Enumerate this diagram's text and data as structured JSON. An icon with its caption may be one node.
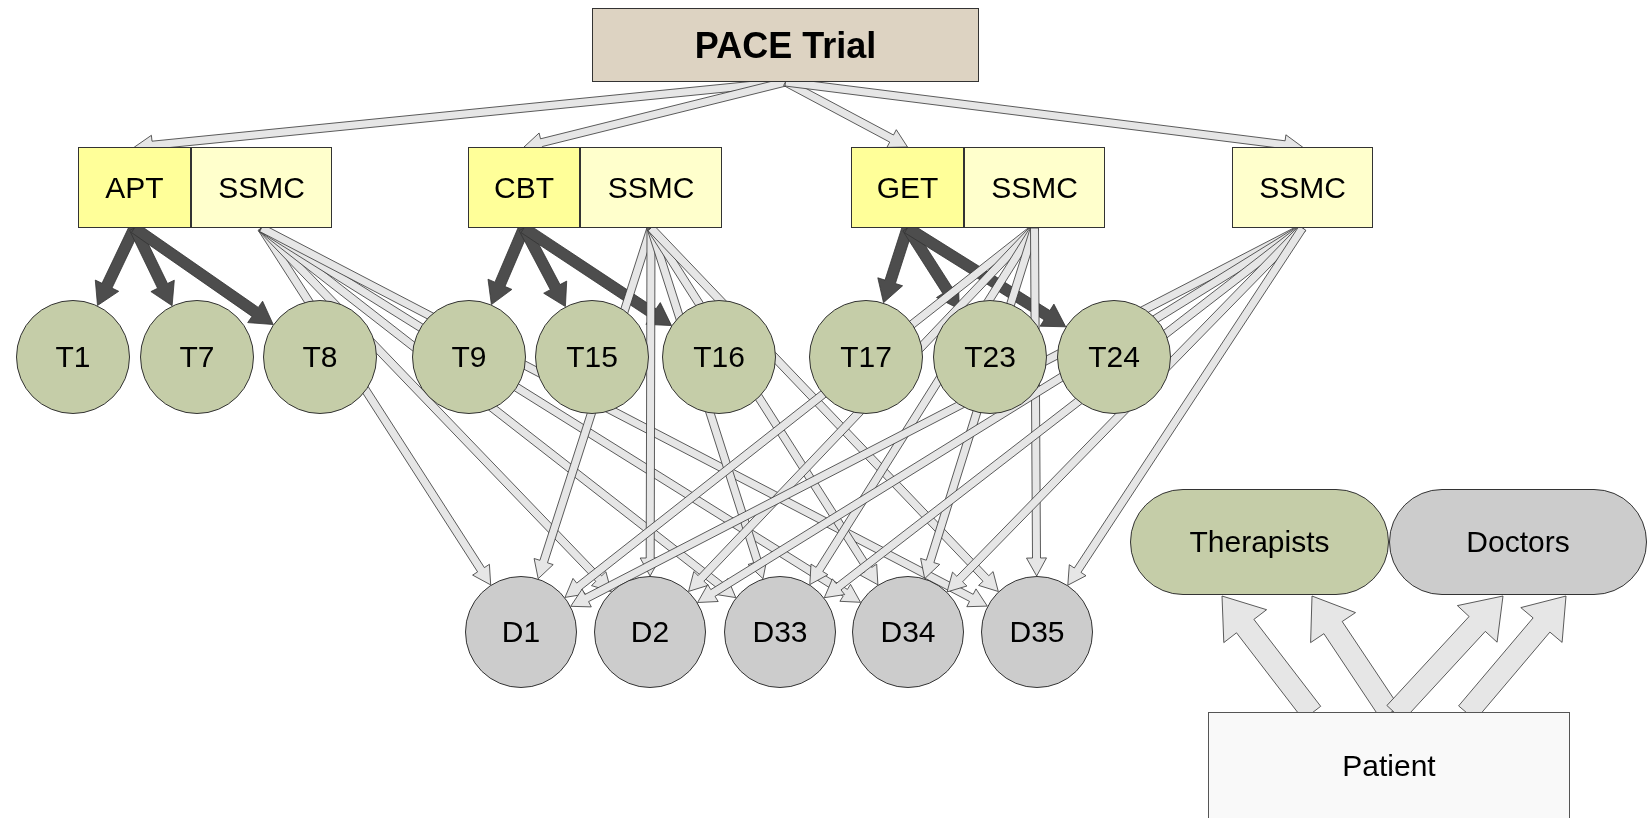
{
  "diagram": {
    "nodes": [
      {
        "text": [
          "PACE Trial"
        ]
      },
      {
        "text": [
          "APT"
        ]
      },
      {
        "text": [
          "SSMC"
        ]
      },
      {
        "text": [
          "CBT"
        ]
      },
      {
        "text": [
          "SSMC"
        ]
      },
      {
        "text": [
          "GET"
        ]
      },
      {
        "text": [
          "SSMC"
        ]
      },
      {
        "text": [
          "SSMC"
        ]
      },
      {
        "text": [
          "T1"
        ]
      },
      {
        "text": [
          "T7"
        ]
      },
      {
        "text": [
          "T8"
        ]
      },
      {
        "text": [
          "T9"
        ]
      },
      {
        "text": [
          "T15"
        ]
      },
      {
        "text": [
          "T16"
        ]
      },
      {
        "text": [
          "T17"
        ]
      },
      {
        "text": [
          "T23"
        ]
      },
      {
        "text": [
          "T24"
        ]
      },
      {
        "text": [
          "D1"
        ]
      },
      {
        "text": [
          "D2"
        ]
      },
      {
        "text": [
          "D33"
        ]
      },
      {
        "text": [
          "D34"
        ]
      },
      {
        "text": [
          "D35"
        ]
      },
      {
        "text": [
          "Therapists"
        ]
      },
      {
        "text": [
          "Doctors"
        ]
      },
      {
        "text": [
          "Patient"
        ]
      }
    ],
    "edges": [
      {
        "from": 0,
        "to": 1,
        "arrow": "to"
      },
      {
        "from": 0,
        "to": 3,
        "arrow": "to"
      },
      {
        "from": 0,
        "to": 5,
        "arrow": "to"
      },
      {
        "from": 0,
        "to": 7,
        "arrow": "to"
      },
      {
        "from": 1,
        "to": 8,
        "arrow": "to",
        "color": "#4d4d4d"
      },
      {
        "from": 1,
        "to": 9,
        "arrow": "to",
        "color": "#4d4d4d"
      },
      {
        "from": 1,
        "to": 10,
        "arrow": "to",
        "color": "#4d4d4d"
      },
      {
        "from": 3,
        "to": 11,
        "arrow": "to",
        "color": "#4d4d4d"
      },
      {
        "from": 3,
        "to": 12,
        "arrow": "to",
        "color": "#4d4d4d"
      },
      {
        "from": 3,
        "to": 13,
        "arrow": "to",
        "color": "#4d4d4d"
      },
      {
        "from": 5,
        "to": 14,
        "arrow": "to",
        "color": "#4d4d4d"
      },
      {
        "from": 5,
        "to": 15,
        "arrow": "to",
        "color": "#4d4d4d"
      },
      {
        "from": 5,
        "to": 16,
        "arrow": "to",
        "color": "#4d4d4d"
      },
      {
        "from": 2,
        "to": 17,
        "arrow": "to"
      },
      {
        "from": 2,
        "to": 18,
        "arrow": "to"
      },
      {
        "from": 2,
        "to": 19,
        "arrow": "to"
      },
      {
        "from": 2,
        "to": 20,
        "arrow": "to"
      },
      {
        "from": 2,
        "to": 21,
        "arrow": "to"
      },
      {
        "from": 4,
        "to": 17,
        "arrow": "to"
      },
      {
        "from": 4,
        "to": 18,
        "arrow": "to"
      },
      {
        "from": 4,
        "to": 19,
        "arrow": "to"
      },
      {
        "from": 4,
        "to": 20,
        "arrow": "to"
      },
      {
        "from": 4,
        "to": 21,
        "arrow": "to"
      },
      {
        "from": 6,
        "to": 17,
        "arrow": "to"
      },
      {
        "from": 6,
        "to": 18,
        "arrow": "to"
      },
      {
        "from": 6,
        "to": 19,
        "arrow": "to"
      },
      {
        "from": 6,
        "to": 20,
        "arrow": "to"
      },
      {
        "from": 6,
        "to": 21,
        "arrow": "to"
      },
      {
        "from": 7,
        "to": 17,
        "arrow": "to"
      },
      {
        "from": 7,
        "to": 18,
        "arrow": "to"
      },
      {
        "from": 7,
        "to": 19,
        "arrow": "to"
      },
      {
        "from": 7,
        "to": 20,
        "arrow": "to"
      },
      {
        "from": 7,
        "to": 21,
        "arrow": "to"
      },
      {
        "from": 24,
        "to": 22,
        "arrow": "to",
        "style": "thick"
      },
      {
        "from": 24,
        "to": 22,
        "arrow": "to",
        "style": "thick"
      },
      {
        "from": 24,
        "to": 23,
        "arrow": "to",
        "style": "thick"
      },
      {
        "from": 24,
        "to": 23,
        "arrow": "to",
        "style": "thick"
      }
    ]
  }
}
